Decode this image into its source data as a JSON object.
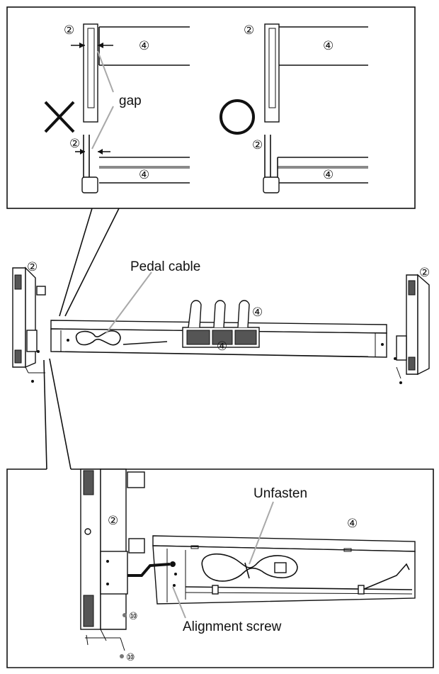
{
  "labels": {
    "gap": "gap",
    "pedal_cable": "Pedal cable",
    "unfasten": "Unfasten",
    "alignment_screw": "Alignment screw"
  },
  "parts": {
    "side_panel": "②",
    "pedal_box": "④",
    "screw": "⑩"
  },
  "marks": {
    "wrong": "✕",
    "right": "○"
  },
  "colors": {
    "line": "#111111",
    "leader": "#a9a9a9"
  }
}
